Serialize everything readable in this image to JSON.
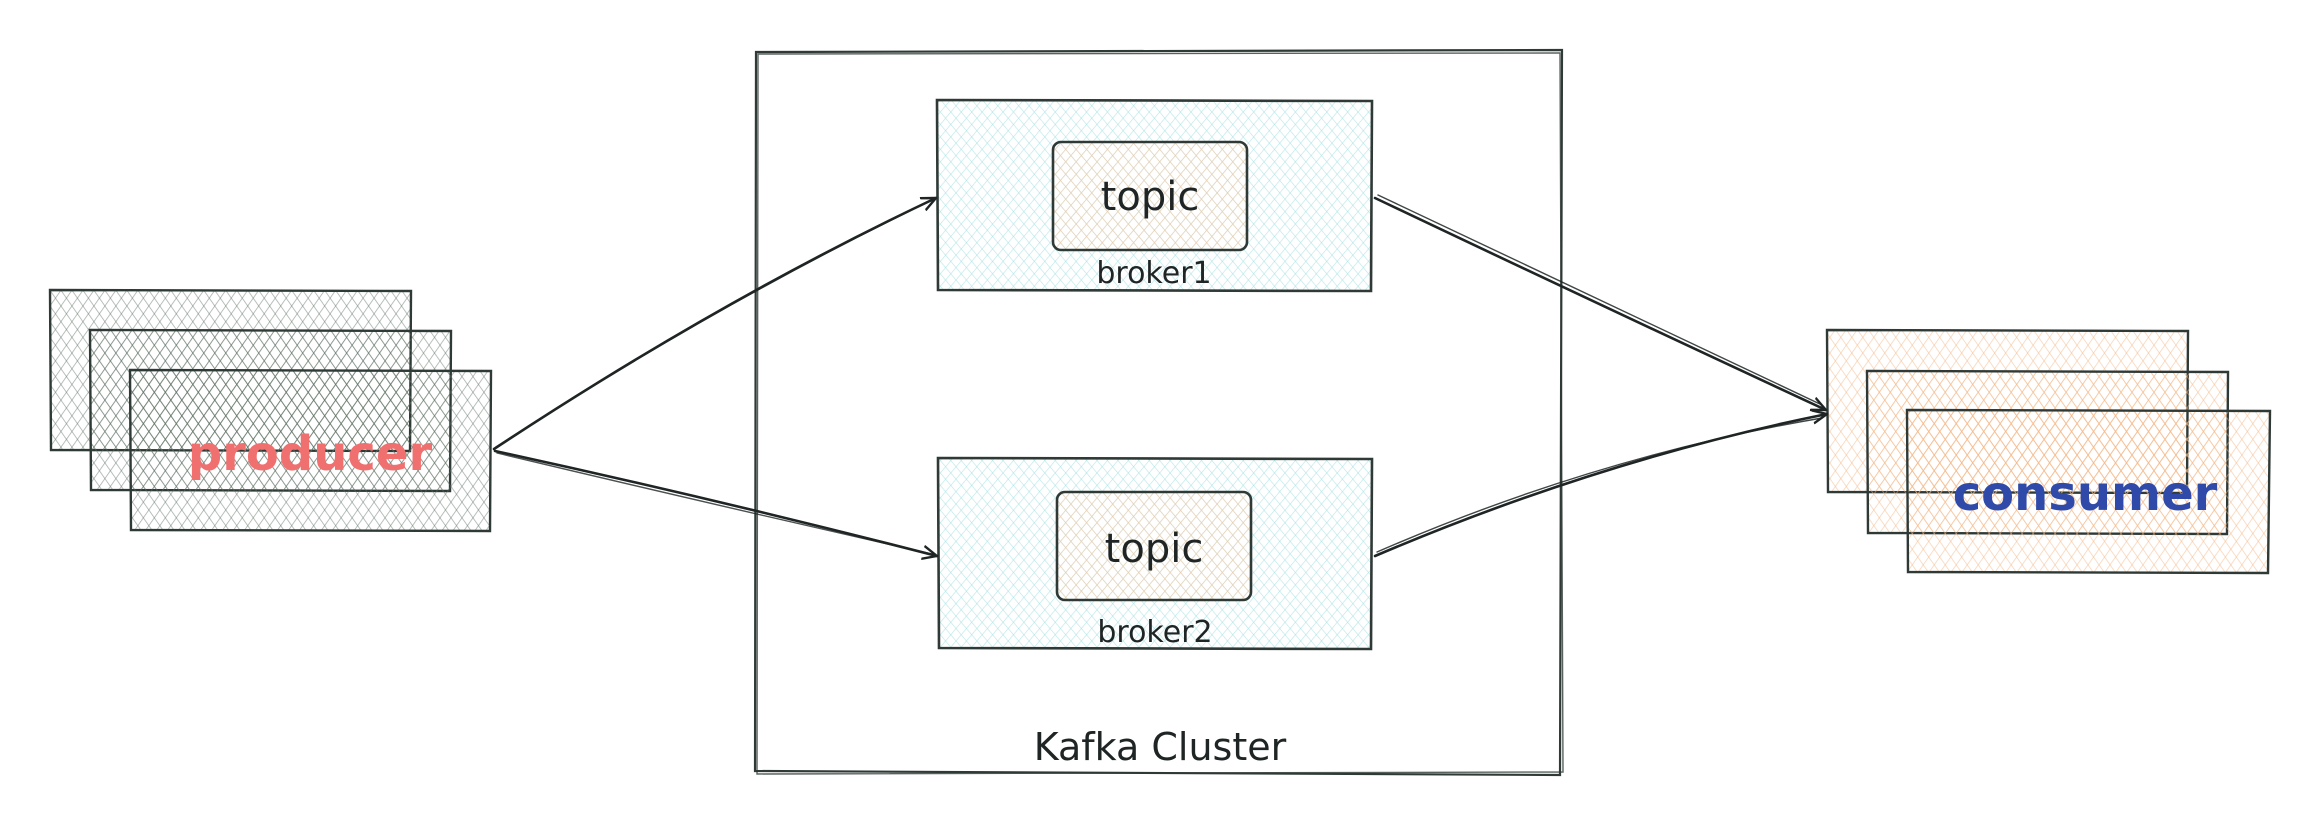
{
  "diagram": {
    "producer": {
      "label": "producer",
      "label_color": "#f07070",
      "fill_color": "#5f7064"
    },
    "consumer": {
      "label": "consumer",
      "label_color": "#2f4aa8",
      "fill_color": "#f4b989"
    },
    "cluster": {
      "label": "Kafka Cluster"
    },
    "brokers": [
      {
        "label": "broker1",
        "topic_label": "topic"
      },
      {
        "label": "broker2",
        "topic_label": "topic"
      }
    ],
    "colors": {
      "stroke": "#2f3a36",
      "broker_fill": "#9fdde0",
      "topic_fill": "#f4c9a5",
      "arrow": "#1f2424"
    }
  }
}
